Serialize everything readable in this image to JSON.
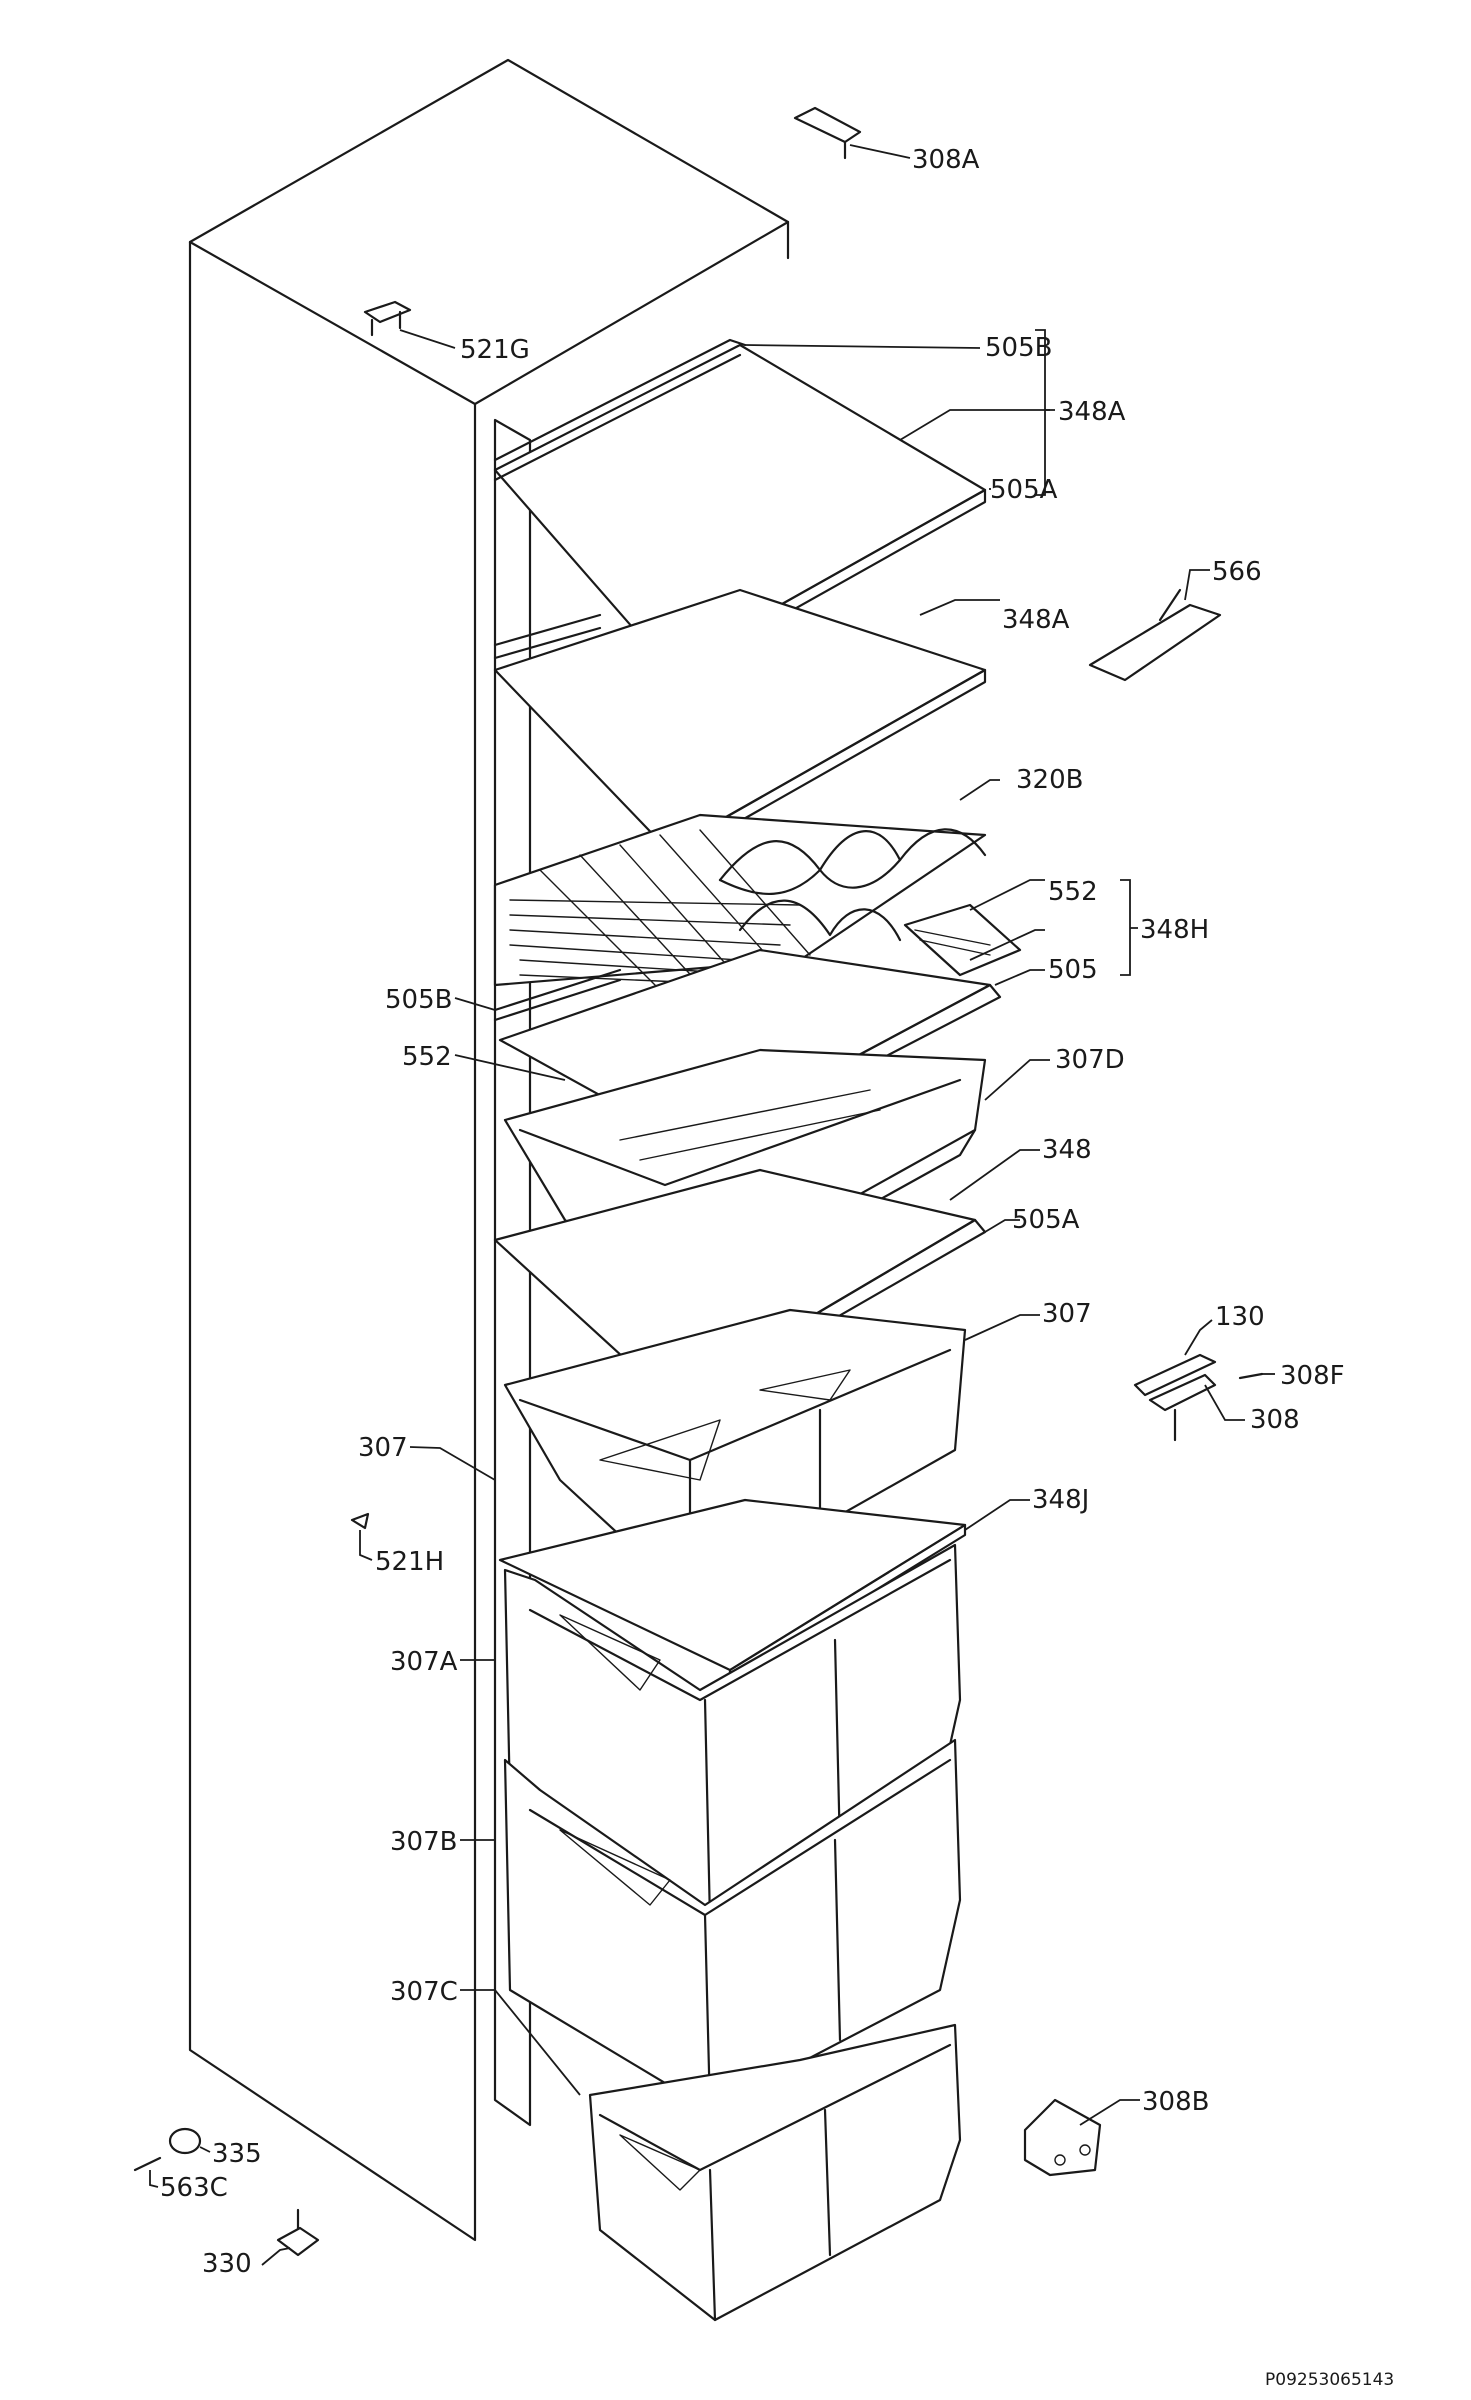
{
  "diagram": {
    "reference": "P09253065143",
    "labels": [
      {
        "id": "l-308a",
        "text": "308A"
      },
      {
        "id": "l-521g",
        "text": "521G"
      },
      {
        "id": "l-505b-top",
        "text": "505B"
      },
      {
        "id": "l-348a-top",
        "text": "348A"
      },
      {
        "id": "l-505a-top",
        "text": "505A"
      },
      {
        "id": "l-566",
        "text": "566"
      },
      {
        "id": "l-348a-mid",
        "text": "348A"
      },
      {
        "id": "l-320b",
        "text": "320B"
      },
      {
        "id": "l-552-right",
        "text": "552"
      },
      {
        "id": "l-348h",
        "text": "348H"
      },
      {
        "id": "l-505",
        "text": "505"
      },
      {
        "id": "l-505b-left",
        "text": "505B"
      },
      {
        "id": "l-552-left",
        "text": "552"
      },
      {
        "id": "l-307d",
        "text": "307D"
      },
      {
        "id": "l-348",
        "text": "348"
      },
      {
        "id": "l-505a-mid",
        "text": "505A"
      },
      {
        "id": "l-307-right",
        "text": "307"
      },
      {
        "id": "l-130",
        "text": "130"
      },
      {
        "id": "l-308f",
        "text": "308F"
      },
      {
        "id": "l-308",
        "text": "308"
      },
      {
        "id": "l-307-left",
        "text": "307"
      },
      {
        "id": "l-348j",
        "text": "348J"
      },
      {
        "id": "l-521h",
        "text": "521H"
      },
      {
        "id": "l-307a",
        "text": "307A"
      },
      {
        "id": "l-307b",
        "text": "307B"
      },
      {
        "id": "l-307c",
        "text": "307C"
      },
      {
        "id": "l-308b",
        "text": "308B"
      },
      {
        "id": "l-335",
        "text": "335"
      },
      {
        "id": "l-563c",
        "text": "563C"
      },
      {
        "id": "l-330",
        "text": "330"
      }
    ]
  }
}
